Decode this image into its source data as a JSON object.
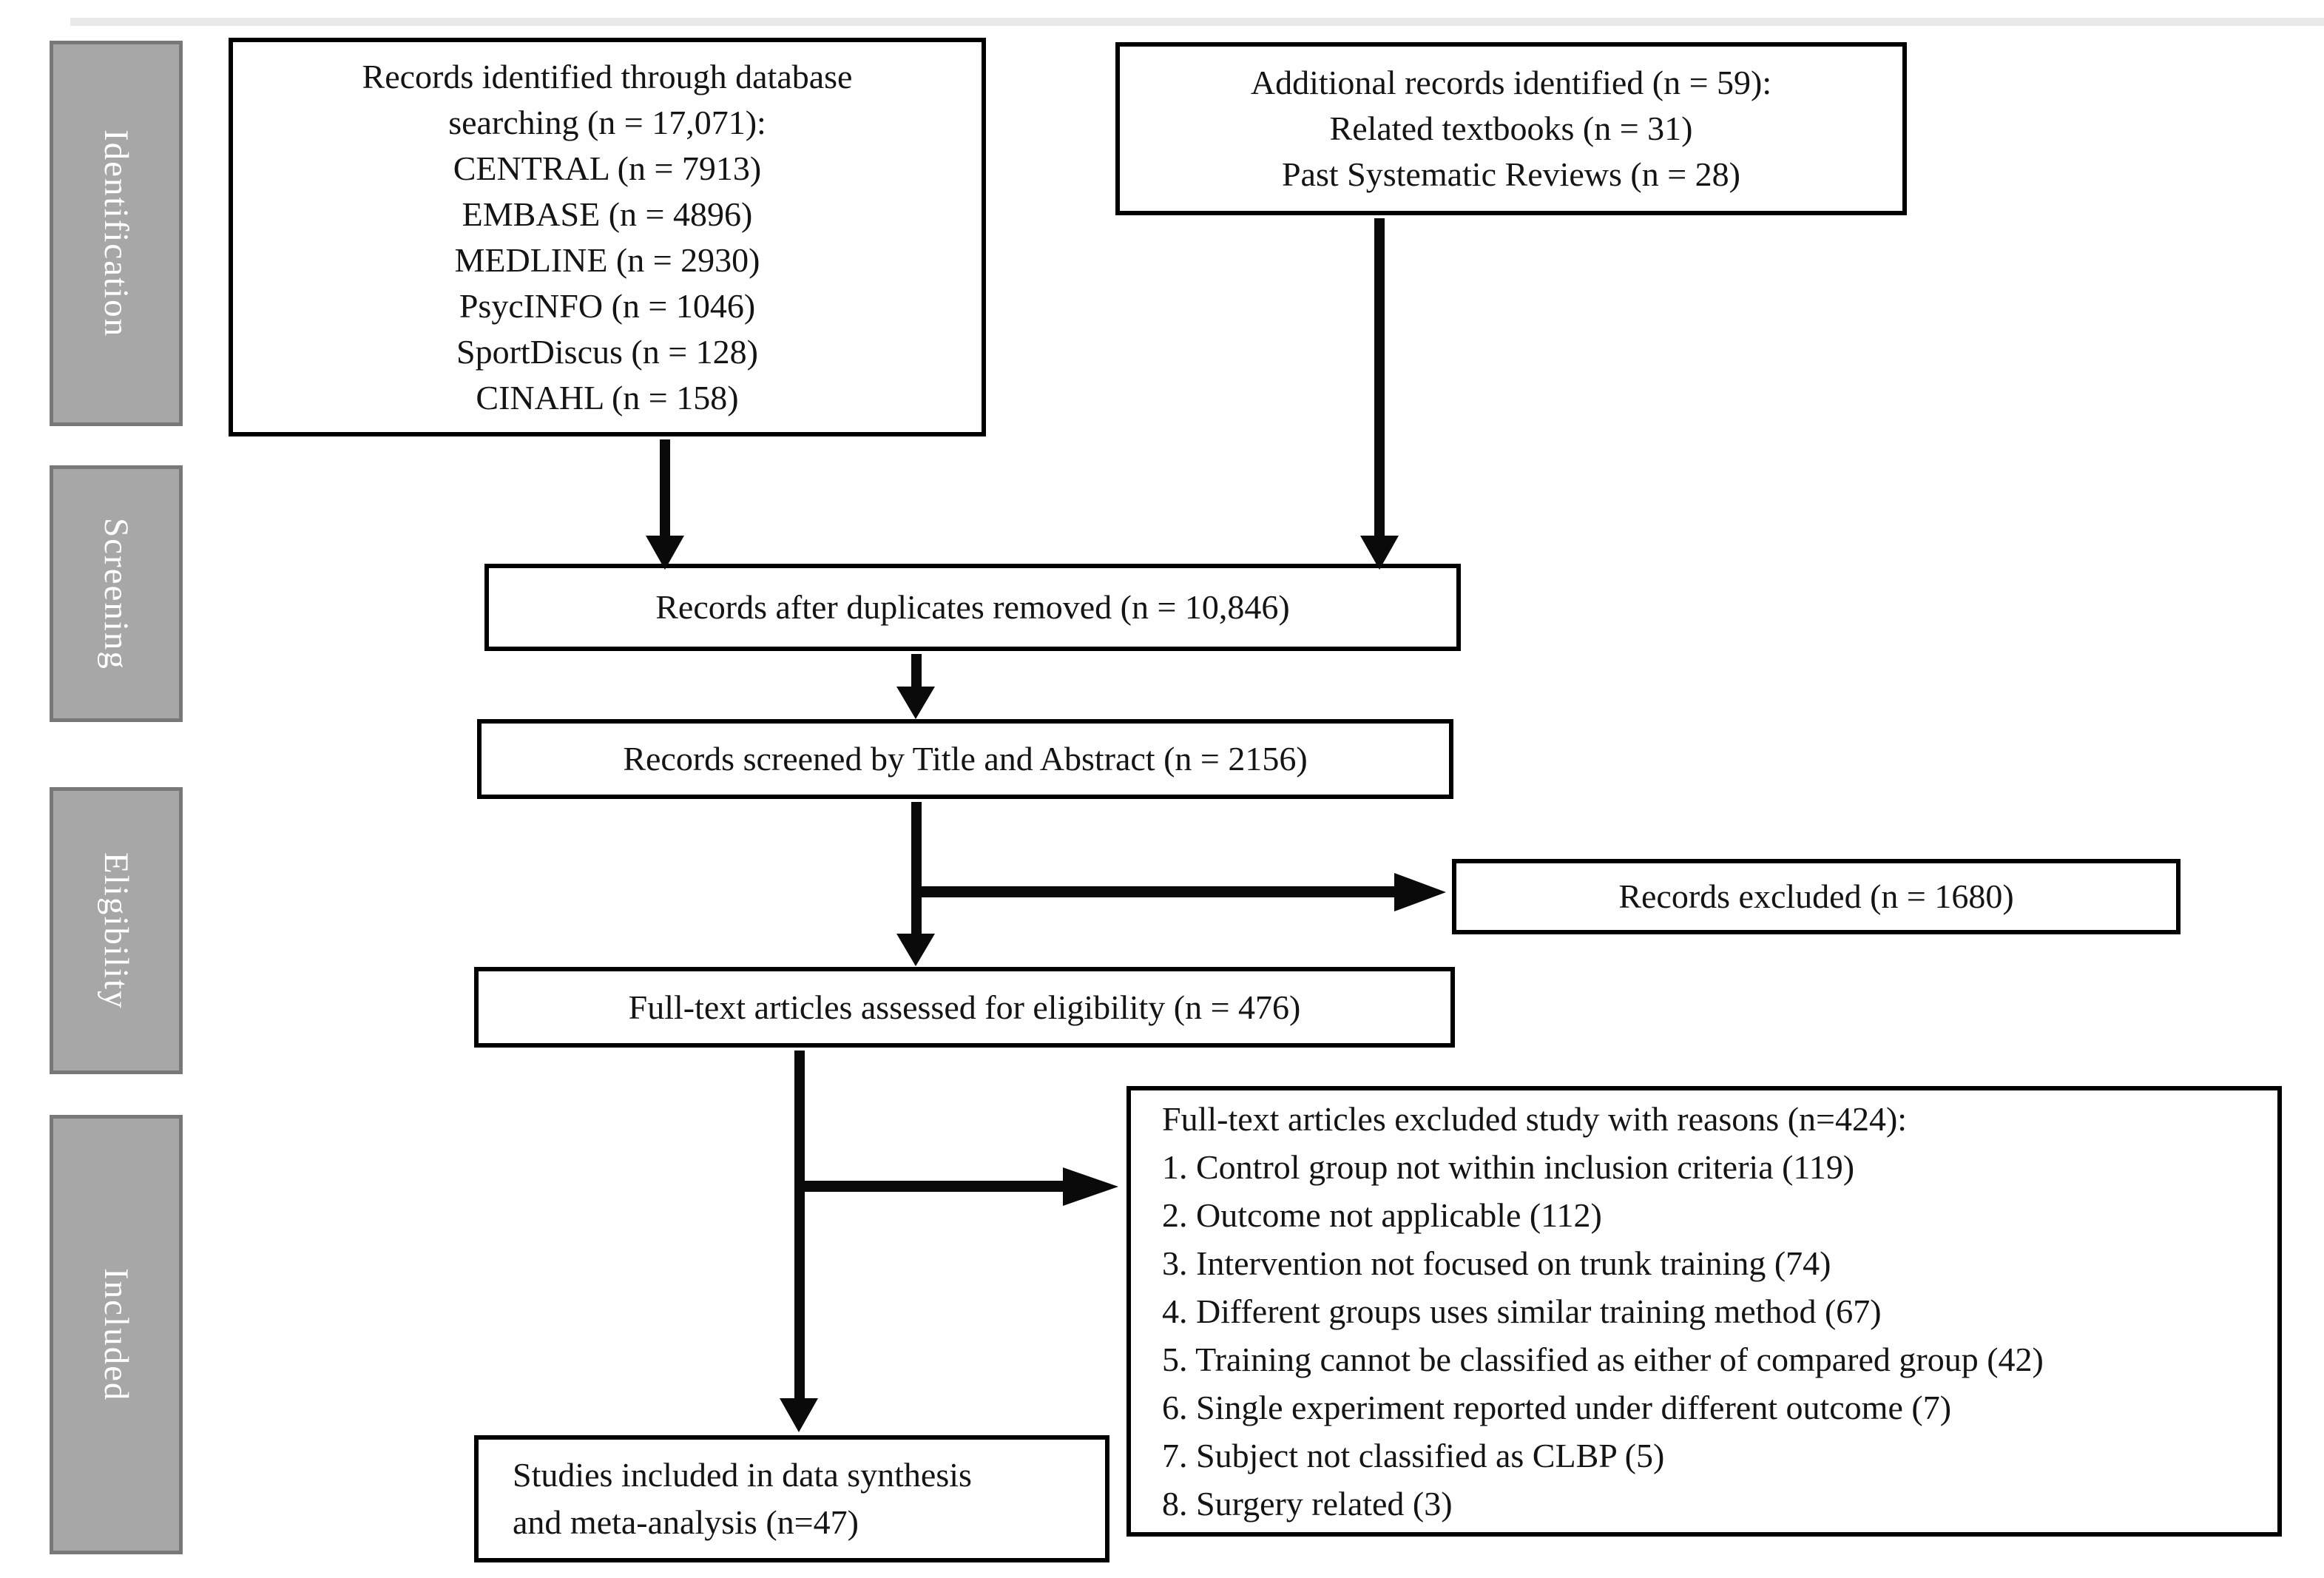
{
  "sidebar": {
    "stages": [
      {
        "id": "identification",
        "label": "Identification"
      },
      {
        "id": "screening",
        "label": "Screening"
      },
      {
        "id": "eligibility",
        "label": "Eligibility"
      },
      {
        "id": "included",
        "label": "Included"
      }
    ]
  },
  "flow": {
    "db_search": {
      "lines": [
        "Records identified through database",
        "searching (n = 17,071):",
        "CENTRAL (n = 7913)",
        "EMBASE (n = 4896)",
        "MEDLINE (n = 2930)",
        "PsycINFO (n = 1046)",
        "SportDiscus (n = 128)",
        "CINAHL (n = 158)"
      ]
    },
    "additional": {
      "lines": [
        "Additional records identified (n = 59):",
        "Related textbooks (n = 31)",
        "Past Systematic Reviews (n = 28)"
      ]
    },
    "duplicates": {
      "text": "Records after duplicates removed (n = 10,846)"
    },
    "screened": {
      "text": "Records screened by Title and Abstract (n = 2156)"
    },
    "excluded": {
      "text": "Records excluded (n = 1680)"
    },
    "fulltext": {
      "text": "Full-text articles assessed for eligibility (n = 476)"
    },
    "reasons": {
      "title": "Full-text articles excluded study with reasons (n=424):",
      "items": [
        "1. Control group not within inclusion criteria (119)",
        "2. Outcome not applicable (112)",
        "3. Intervention not focused on trunk training (74)",
        "4. Different groups uses similar training method (67)",
        "5. Training cannot be classified as either of compared group (42)",
        "6. Single experiment reported under different outcome (7)",
        "7. Subject not classified as CLBP (5)",
        "8. Surgery related (3)"
      ]
    },
    "included": {
      "lines": [
        "Studies included in data synthesis",
        "and meta-analysis (n=47)"
      ]
    }
  },
  "colors": {
    "background": "#ffffff",
    "box_border": "#000000",
    "text": "#141414",
    "sidebar_fill": "#a7a7a7",
    "sidebar_border": "#787878",
    "sidebar_text": "#ffffff",
    "arrow": "#0a0a0a"
  }
}
